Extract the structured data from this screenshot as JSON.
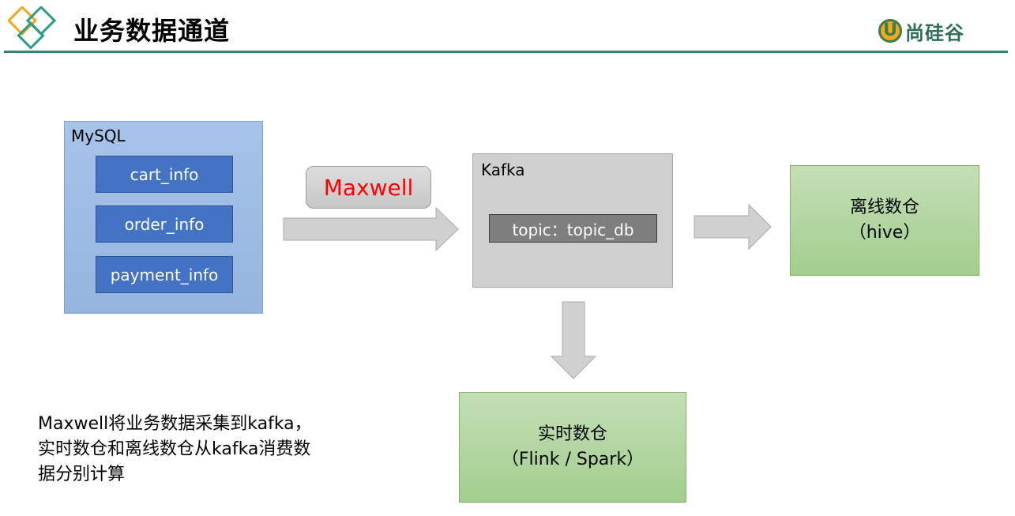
{
  "header": {
    "title": "业务数据通道",
    "brand_mark": "U",
    "brand_name": "尚硅谷",
    "accent_color": "#2e8a6e"
  },
  "diagram": {
    "mysql": {
      "label": "MySQL",
      "tables": [
        "cart_info",
        "order_info",
        "payment_info"
      ]
    },
    "maxwell": {
      "label": "Maxwell",
      "color": "#ff0000"
    },
    "kafka": {
      "label": "Kafka",
      "topic": "topic：topic_db"
    },
    "offline": {
      "line1": "离线数仓",
      "line2": "（hive）"
    },
    "realtime": {
      "line1": "实时数仓",
      "line2": "（Flink / Spark）"
    },
    "note": {
      "lines": [
        "Maxwell将业务数据采集到kafka，",
        "实时数仓和离线数仓从kafka消费数",
        "据分别计算"
      ]
    }
  }
}
